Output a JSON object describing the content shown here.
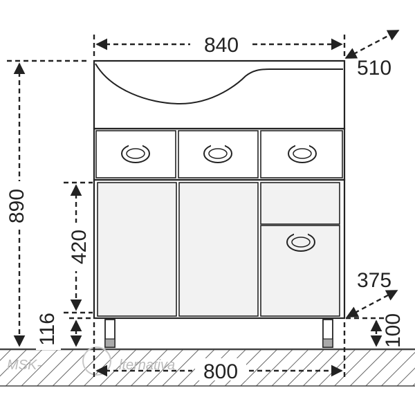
{
  "dimensions": {
    "top_width": "840",
    "depth_top": "510",
    "total_height": "890",
    "door_height": "420",
    "leg_height": "116",
    "depth_bottom": "375",
    "plinth_height": "100",
    "bottom_width": "800"
  },
  "watermark": {
    "left": "MSK-",
    "right": "lternativa"
  },
  "colors": {
    "line": "#222222",
    "panel_fill": "#f2f2f2",
    "floor_hatch": "#666666",
    "watermark": "#bbbbbb"
  }
}
